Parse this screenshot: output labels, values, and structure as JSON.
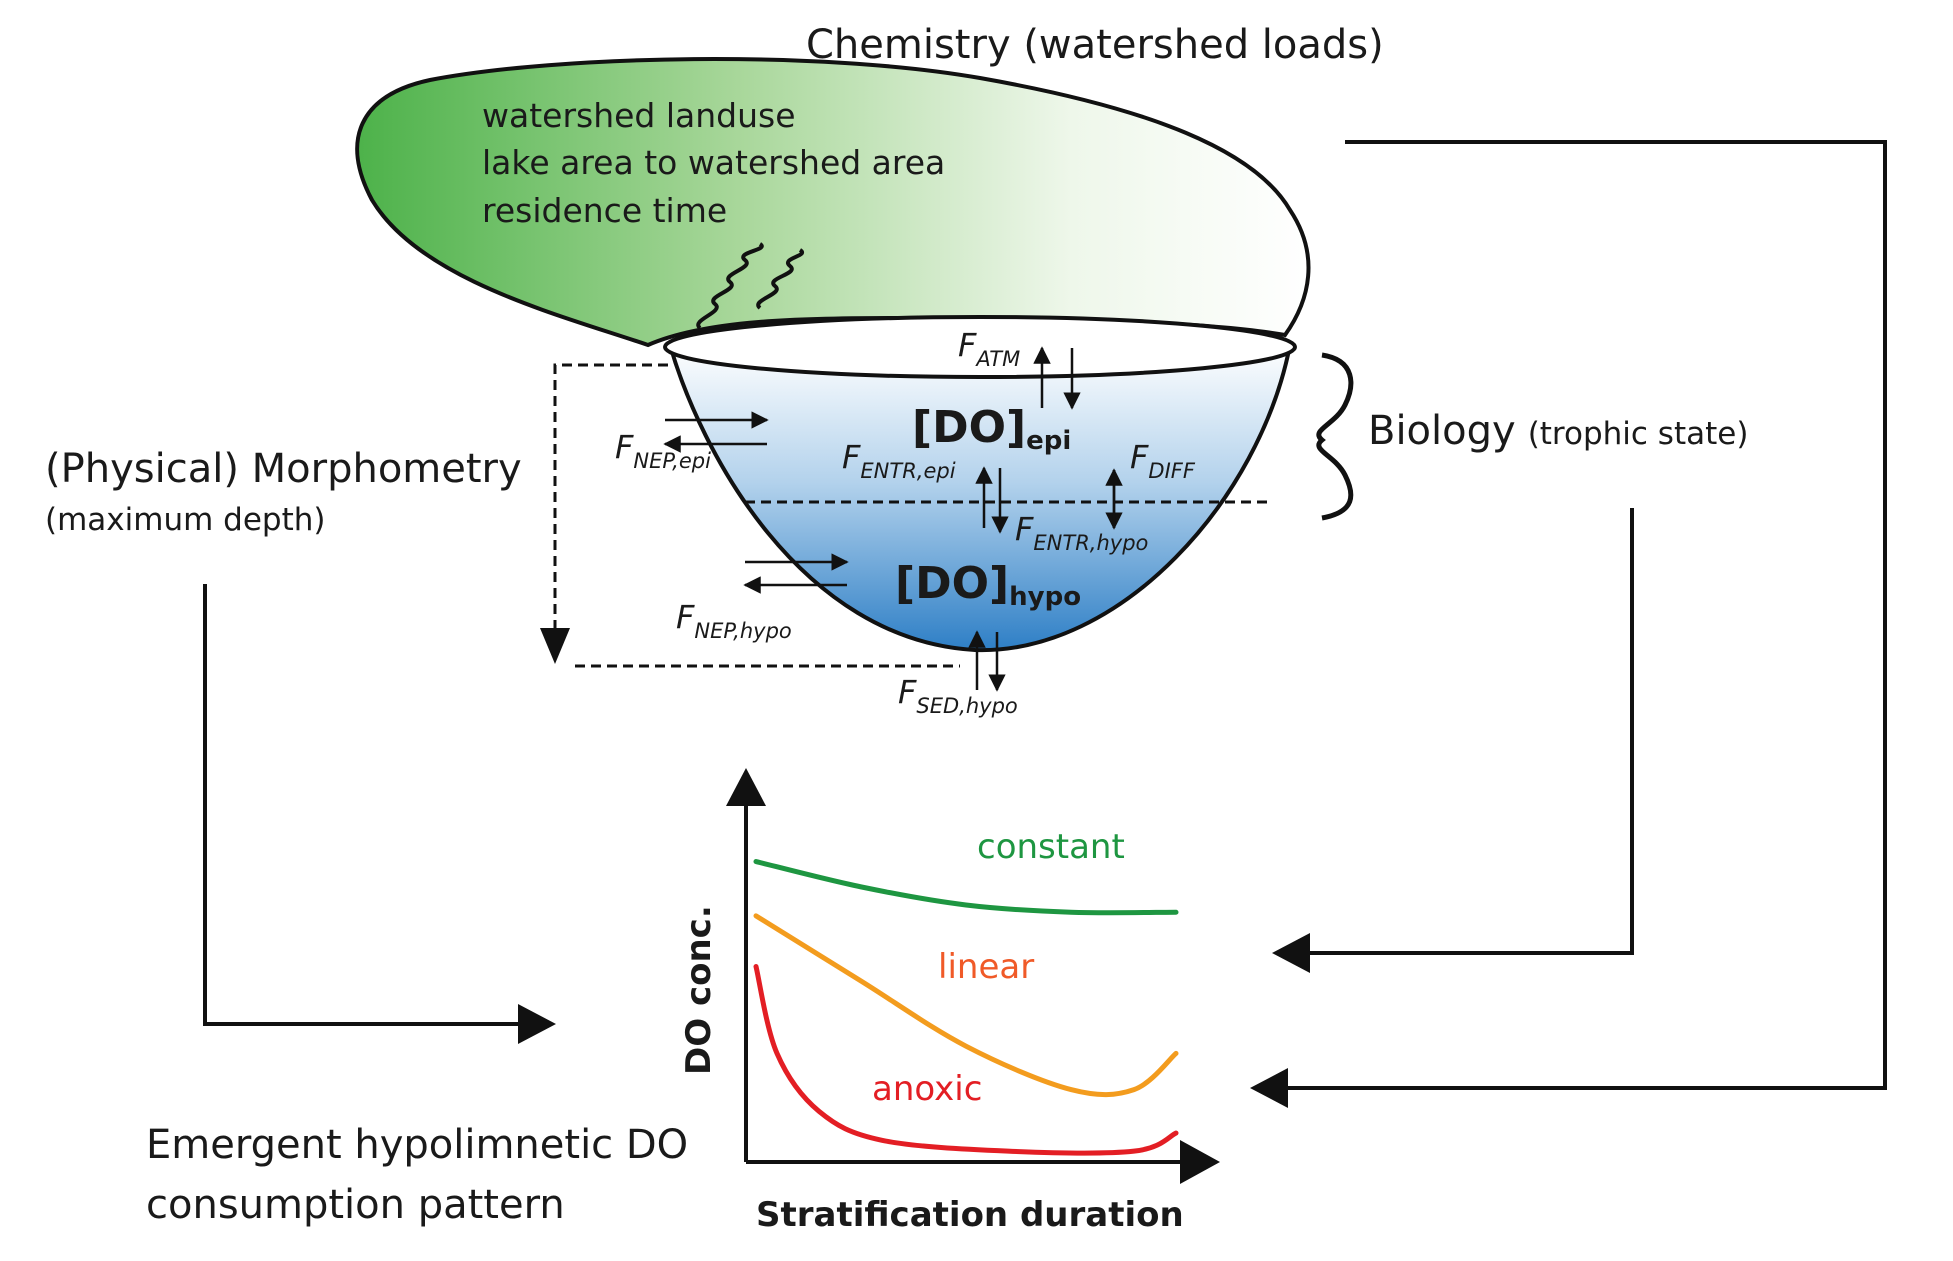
{
  "watershed": {
    "title": "Chemistry (watershed loads)",
    "lines": [
      "watershed landuse",
      "lake area to watershed area",
      "residence time"
    ]
  },
  "morphometry": {
    "title": "(Physical) Morphometry",
    "subtitle": "(maximum depth)"
  },
  "biology": {
    "title": "Biology",
    "subtitle": "(trophic state)"
  },
  "lake": {
    "do_epi": {
      "main": "[DO]",
      "sub": "epi"
    },
    "do_hypo": {
      "main": "[DO]",
      "sub": "hypo"
    }
  },
  "fluxes": {
    "atm": {
      "main": "F",
      "sub": "ATM"
    },
    "nep_epi": {
      "main": "F",
      "sub": "NEP,epi"
    },
    "entr_epi": {
      "main": "F",
      "sub": "ENTR,epi"
    },
    "diff": {
      "main": "F",
      "sub": "DIFF"
    },
    "entr_hypo": {
      "main": "F",
      "sub": "ENTR,hypo"
    },
    "nep_hypo": {
      "main": "F",
      "sub": "NEP,hypo"
    },
    "sed_hypo": {
      "main": "F",
      "sub": "SED,hypo"
    }
  },
  "outcome": {
    "line1": "Emergent hypolimnetic DO",
    "line2": "consumption pattern"
  },
  "chart_data": {
    "type": "line",
    "xlabel": "Stratification duration",
    "ylabel": "DO conc.",
    "series": [
      {
        "name": "constant",
        "color": "#1e9641",
        "x": [
          0,
          0.25,
          0.5,
          0.75,
          1.0
        ],
        "values": [
          0.83,
          0.76,
          0.71,
          0.69,
          0.69
        ]
      },
      {
        "name": "linear",
        "color": "#f39c1e",
        "x": [
          0,
          0.25,
          0.5,
          0.75,
          0.9,
          1.0
        ],
        "values": [
          0.68,
          0.5,
          0.32,
          0.2,
          0.2,
          0.3
        ]
      },
      {
        "name": "anoxic",
        "color": "#e31e24",
        "x": [
          0,
          0.05,
          0.15,
          0.3,
          0.6,
          0.9,
          1.0
        ],
        "values": [
          0.54,
          0.3,
          0.14,
          0.06,
          0.03,
          0.03,
          0.08
        ]
      }
    ],
    "label_colors": {
      "constant": "#1e9641",
      "linear": "#f05a28",
      "anoxic": "#e31e24"
    }
  }
}
